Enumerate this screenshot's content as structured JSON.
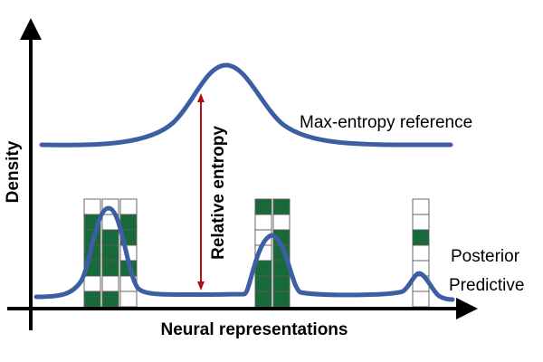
{
  "axes": {
    "x_label": "Neural representations",
    "y_label": "Density"
  },
  "curves": {
    "reference_label": "Max-entropy reference",
    "posterior_label_line1": "Posterior",
    "posterior_label_line2": "Predictive"
  },
  "annotation": {
    "arrow_label": "Relative entropy"
  },
  "histograms": [
    {
      "columns": [
        [
          0,
          1,
          1,
          1,
          1,
          0,
          1
        ],
        [
          0,
          0,
          1,
          1,
          1,
          0,
          1
        ],
        [
          0,
          1,
          1,
          0,
          1,
          0,
          0
        ]
      ]
    },
    {
      "columns": [
        [
          1,
          0,
          0,
          0,
          1,
          1,
          1
        ],
        [
          1,
          0,
          1,
          1,
          1,
          1,
          1
        ]
      ]
    },
    {
      "columns": [
        [
          0,
          0,
          1,
          0,
          0,
          0,
          0
        ]
      ]
    }
  ],
  "colors": {
    "curve": "#3c5fa3",
    "cell_fill": "#196a3a",
    "arrow": "#b01010",
    "axis": "#000000"
  }
}
